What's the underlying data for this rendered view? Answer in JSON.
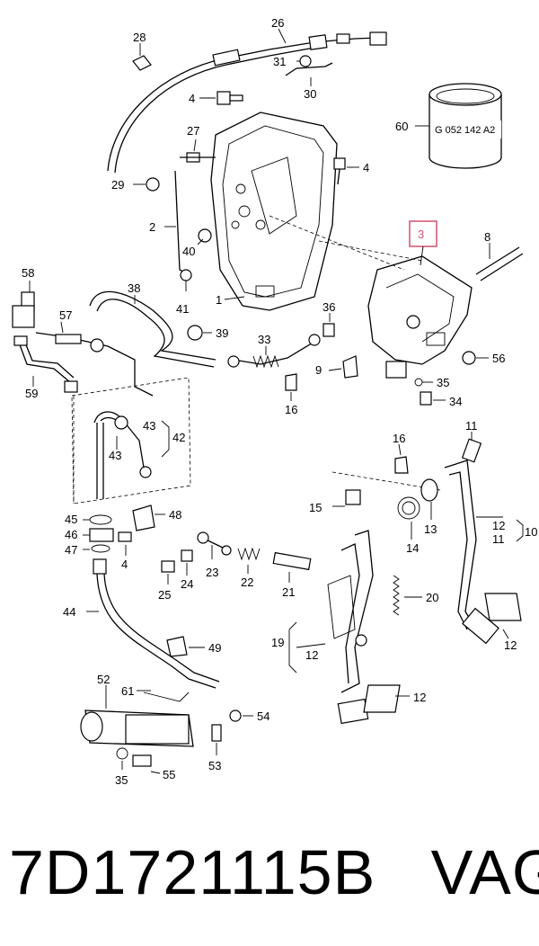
{
  "diagram": {
    "callouts": {
      "c26": "26",
      "c28": "28",
      "c31": "31",
      "c30": "30",
      "c60": "60",
      "c4a": "4",
      "c4b": "4",
      "c27": "27",
      "c29": "29",
      "c2": "2",
      "c40": "40",
      "c1": "1",
      "c41": "41",
      "c3": "3",
      "c8": "8",
      "c58": "58",
      "c38": "38",
      "c57": "57",
      "c39": "39",
      "c36": "36",
      "c33": "33",
      "c9": "9",
      "c56": "56",
      "c35": "35",
      "c34": "34",
      "c16a": "16",
      "c59": "59",
      "c43a": "43",
      "c42": "42",
      "c43b": "43",
      "c11a": "11",
      "c16b": "16",
      "c45": "45",
      "c48": "48",
      "c46": "46",
      "c47": "47",
      "c4c": "4",
      "c15": "15",
      "c13": "13",
      "c14": "14",
      "c12a": "12",
      "c11b": "11",
      "c10": "10",
      "c25": "25",
      "c24": "24",
      "c23": "23",
      "c22": "22",
      "c21": "21",
      "c20": "20",
      "c44": "44",
      "c49": "49",
      "c19": "19",
      "c12b": "12",
      "c12c": "12",
      "c52": "52",
      "c61": "61",
      "c12d": "12",
      "c54": "54",
      "c53": "53",
      "c35b": "35",
      "c55": "55"
    },
    "sleeve_text": "G 052 142 A2"
  },
  "caption": {
    "part_number": "7D1721115B",
    "brand": "VAG"
  }
}
